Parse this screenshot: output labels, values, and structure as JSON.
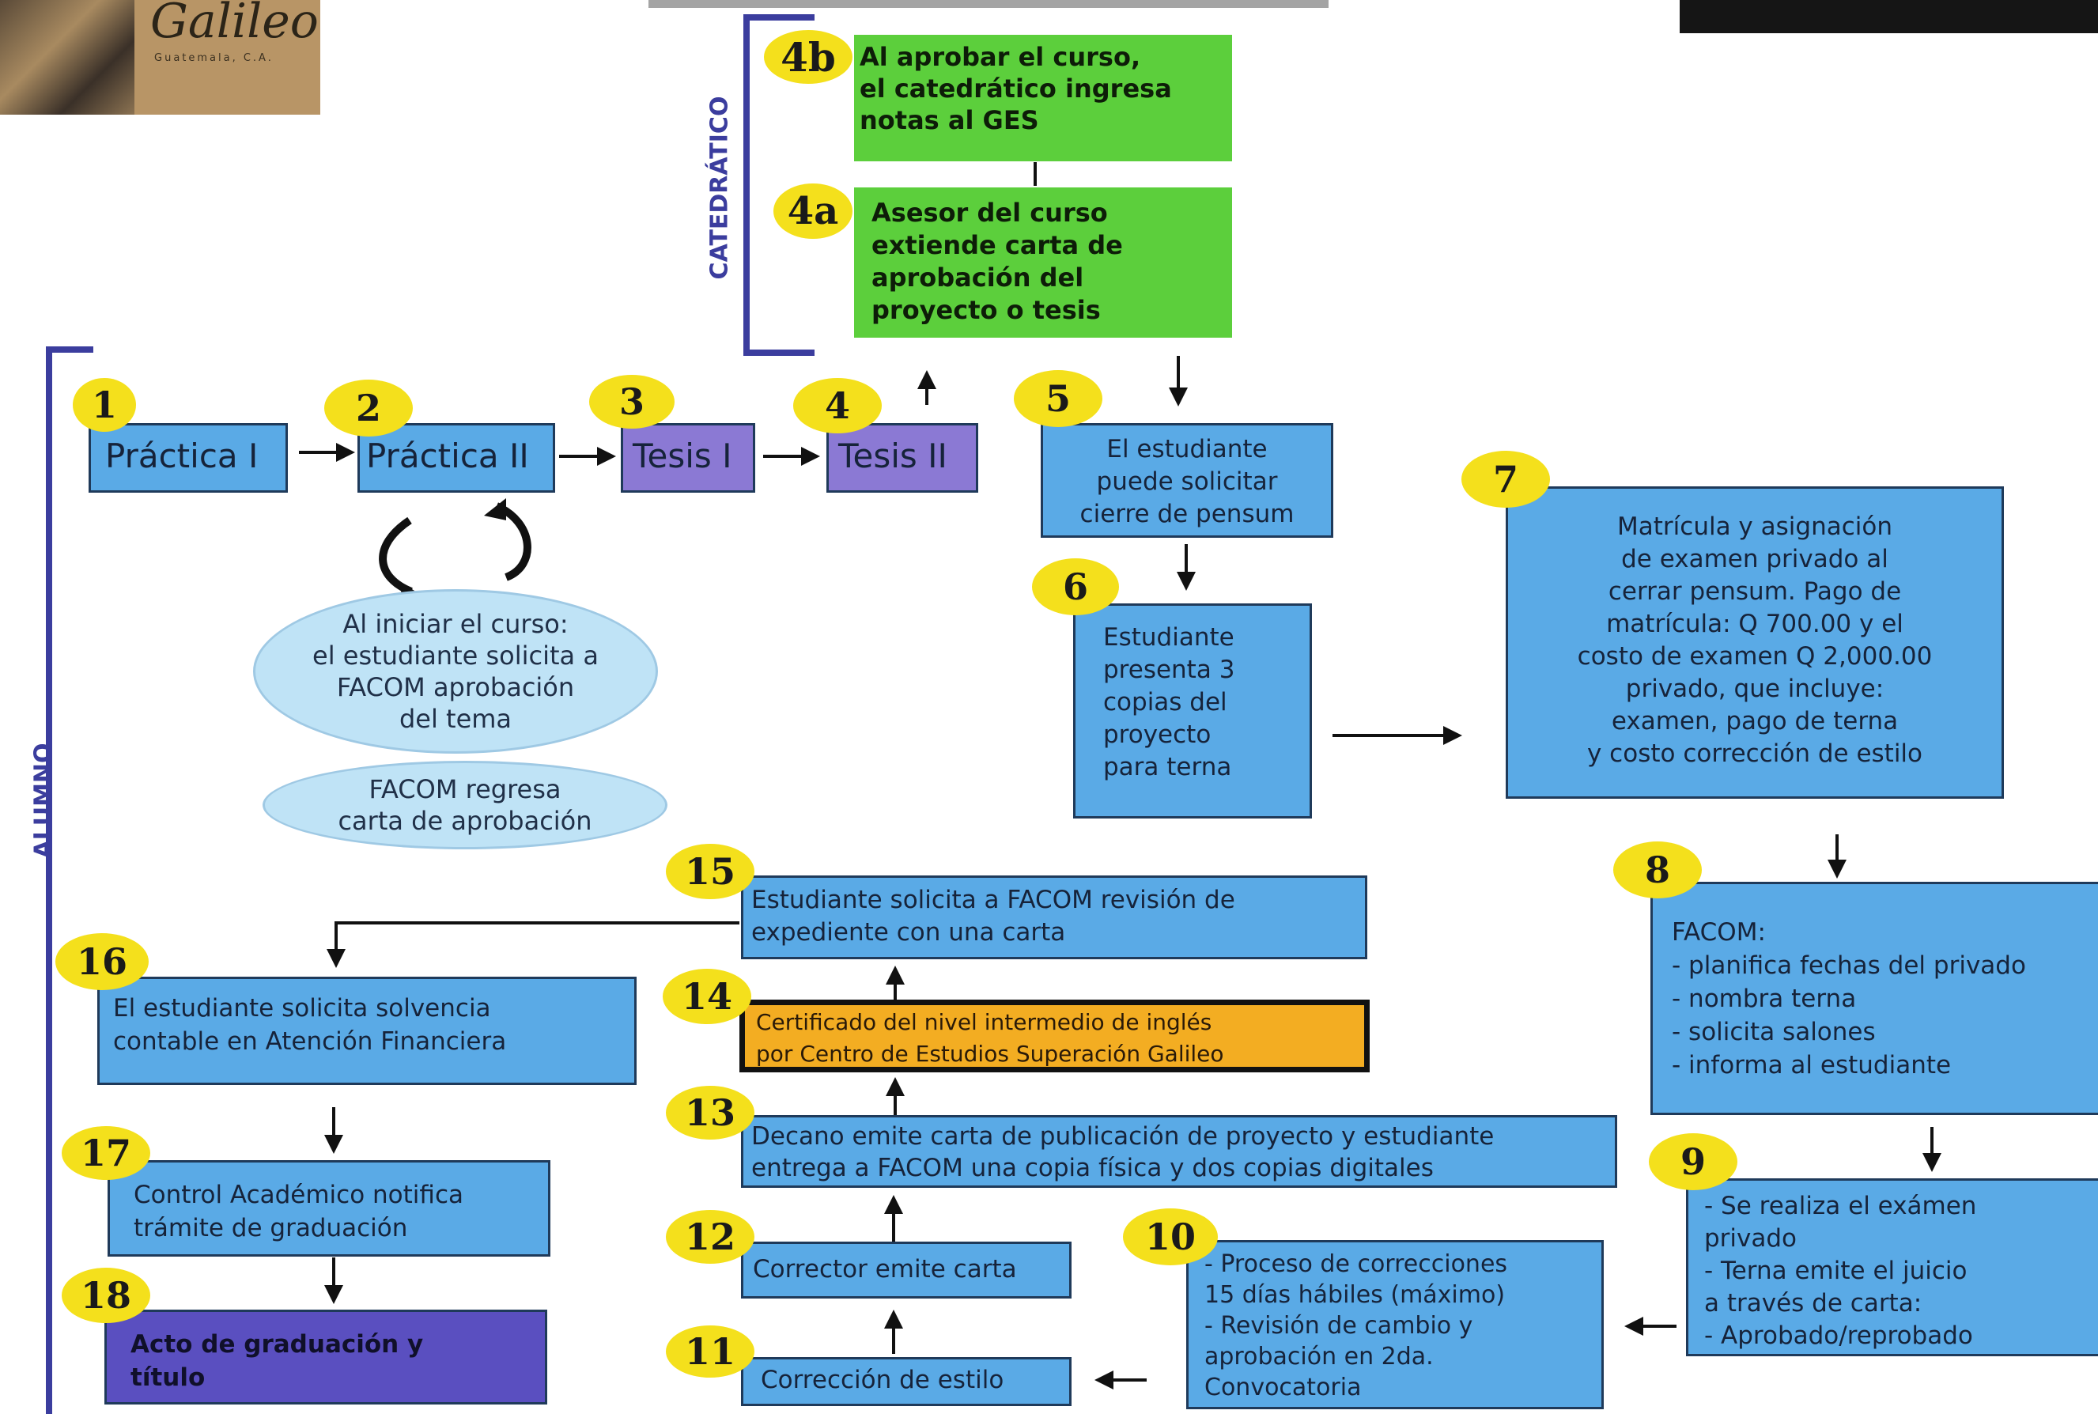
{
  "logo": {
    "name": "Galileo",
    "subtitle": "Guatemala, C.A."
  },
  "lanes": {
    "catedratico": "CATEDRÁTICO",
    "alumno": "ALUMNO"
  },
  "steps": {
    "s1": {
      "num": "1",
      "text": "Práctica I"
    },
    "s2": {
      "num": "2",
      "text": "Práctica II"
    },
    "s3": {
      "num": "3",
      "text": "Tesis I"
    },
    "s4": {
      "num": "4",
      "text": "Tesis II"
    },
    "s4a": {
      "num": "4a",
      "text": "Asesor del curso\nextiende carta de\naprobación del\nproyecto o tesis"
    },
    "s4b": {
      "num": "4b",
      "text": "Al aprobar el curso,\nel catedrático ingresa\nnotas al GES"
    },
    "s5": {
      "num": "5",
      "text": "El estudiante\npuede  solicitar\ncierre de pensum"
    },
    "s6": {
      "num": "6",
      "text": "Estudiante\npresenta 3\ncopias del\nproyecto\npara terna"
    },
    "s7": {
      "num": "7",
      "text": "Matrícula y asignación\nde examen privado al\ncerrar pensum.  Pago de\nmatrícula: Q 700.00 y el\ncosto de examen Q 2,000.00\nprivado, que incluye:\nexamen, pago de terna\ny costo corrección de estilo"
    },
    "s8": {
      "num": "8",
      "text": "FACOM:\n- planifica fechas del privado\n- nombra terna\n- solicita salones\n- informa al estudiante"
    },
    "s9": {
      "num": "9",
      "text": "- Se realiza el exámen\n   privado\n- Terna emite el juicio\n   a través de carta:\n- Aprobado/reprobado"
    },
    "s10": {
      "num": "10",
      "text": "- Proceso de correcciones\n  15 días hábiles (máximo)\n- Revisión de cambio y\n  aprobación en 2da.\n  Convocatoria"
    },
    "s11": {
      "num": "11",
      "text": "Corrección de estilo"
    },
    "s12": {
      "num": "12",
      "text": "Corrector emite carta"
    },
    "s13": {
      "num": "13",
      "text": "Decano emite carta de publicación de proyecto y estudiante\nentrega a FACOM una copia física y dos copias digitales"
    },
    "s14": {
      "num": "14",
      "text": "Certificado del nivel intermedio de inglés\npor Centro de Estudios Superación Galileo"
    },
    "s15": {
      "num": "15",
      "text": "Estudiante solicita a FACOM revisión de\nexpediente con una carta"
    },
    "s16": {
      "num": "16",
      "text": "El estudiante solicita solvencia\ncontable en Atención Financiera"
    },
    "s17": {
      "num": "17",
      "text": "Control Académico notifica\ntrámite de graduación"
    },
    "s18": {
      "num": "18",
      "text": "Acto de graduación y\ntítulo"
    }
  },
  "notes": {
    "n1": "Al iniciar el curso:\nel estudiante solicita a\nFACOM aprobación\ndel tema",
    "n2": "FACOM regresa\ncarta de aprobación"
  }
}
